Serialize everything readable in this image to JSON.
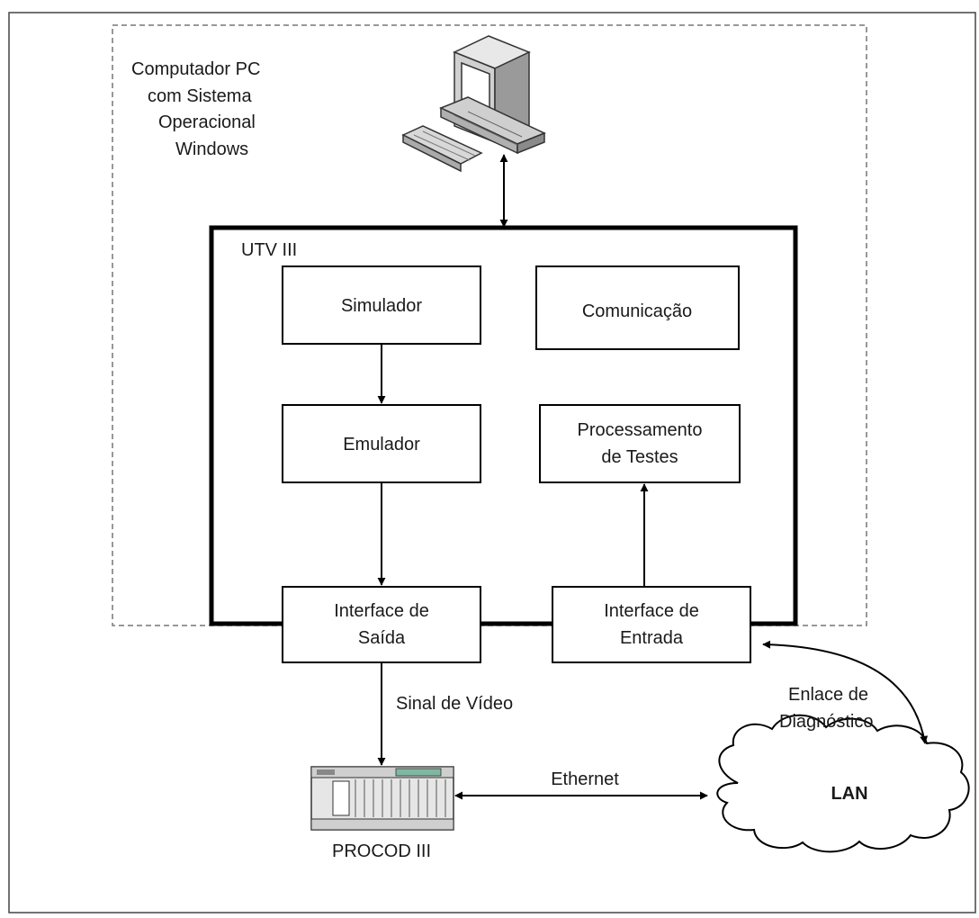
{
  "pc_label": [
    "Computador PC",
    "com Sistema",
    "Operacional",
    "Windows"
  ],
  "utv_label": "UTV III",
  "boxes": {
    "simulador": [
      "Simulador"
    ],
    "comunicacao": [
      "Comunicação"
    ],
    "emulador": [
      "Emulador"
    ],
    "processamento": [
      "Processamento",
      "de Testes"
    ],
    "interface_saida": [
      "Interface de",
      "Saída"
    ],
    "interface_entrada": [
      "Interface de",
      "Entrada"
    ]
  },
  "links": {
    "sinal_video": "Sinal de Vídeo",
    "ethernet": "Ethernet",
    "enlace": [
      "Enlace de",
      "Diagnóstico"
    ]
  },
  "procod_label": "PROCOD III",
  "lan_label": "LAN",
  "icons": [
    "computer-icon",
    "procod-rack-icon",
    "lan-cloud-icon"
  ]
}
